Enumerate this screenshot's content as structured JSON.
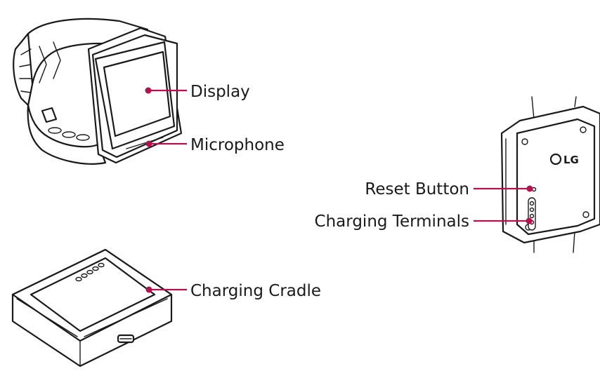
{
  "callouts": {
    "display": "Display",
    "microphone": "Microphone",
    "reset_button": "Reset Button",
    "charging_terminals": "Charging Terminals",
    "charging_cradle": "Charging Cradle"
  },
  "watch_back": {
    "brand_logo": "LG"
  },
  "colors": {
    "leader": "#b3124e",
    "ink": "#1a1a1a",
    "background": "#ffffff"
  }
}
